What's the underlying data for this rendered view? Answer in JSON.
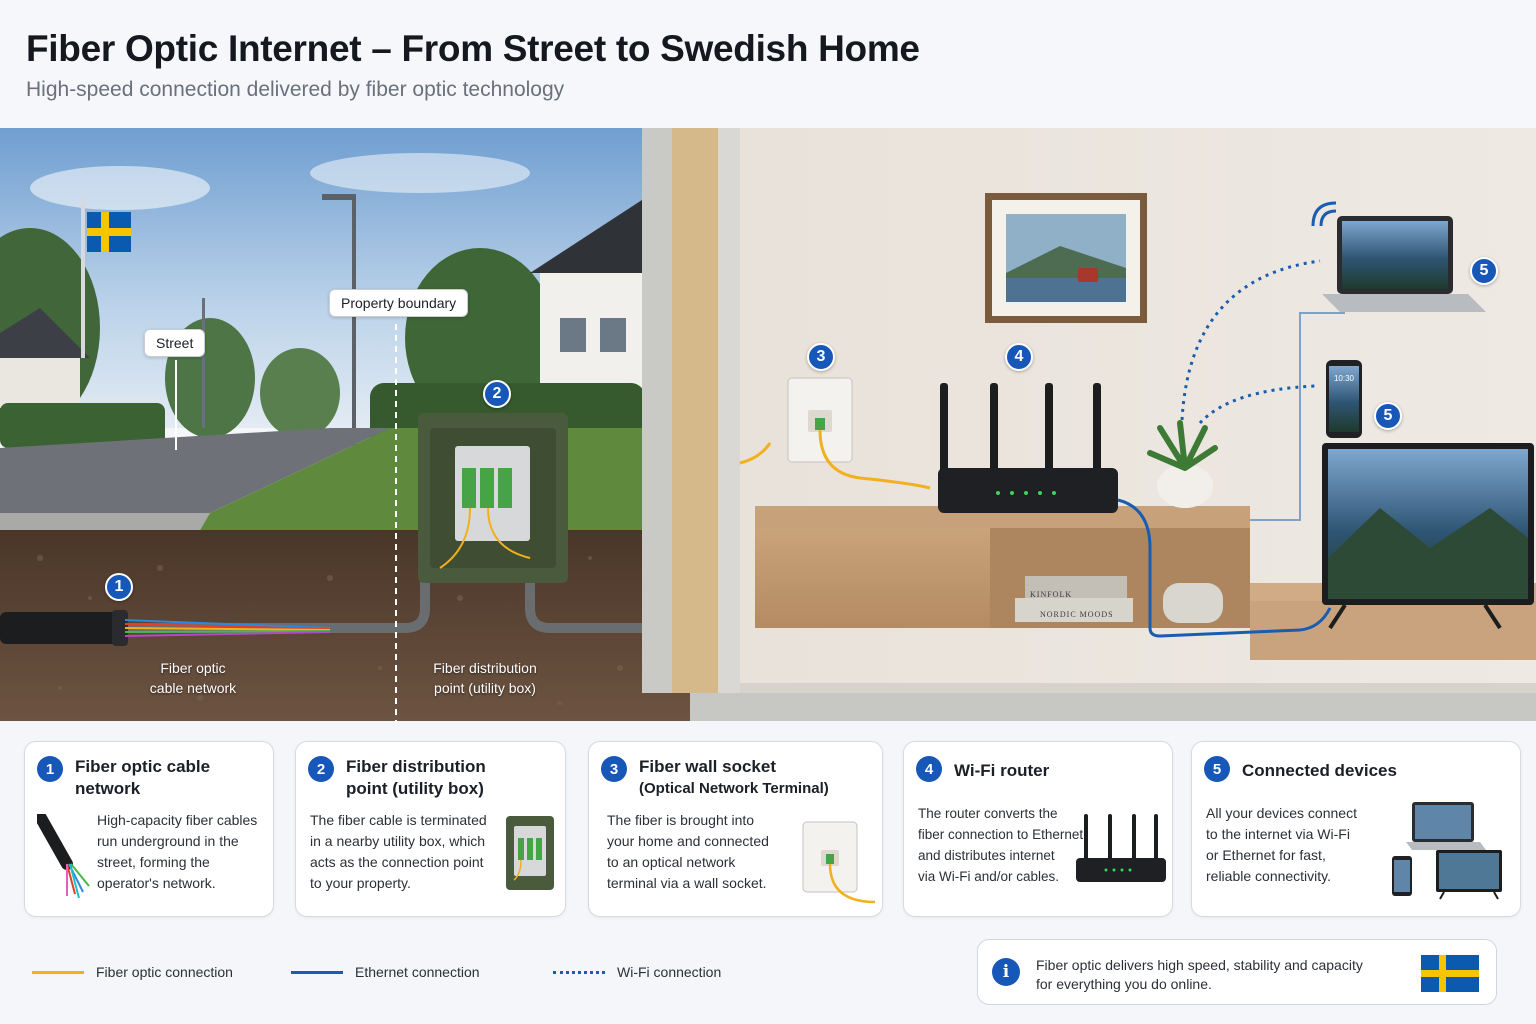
{
  "header": {
    "title": "Fiber Optic Internet – From Street to Swedish Home",
    "subtitle": "High-speed connection delivered by fiber optic technology"
  },
  "scene": {
    "labels": {
      "street": "Street",
      "property_boundary": "Property boundary",
      "fiber_cable": [
        "Fiber optic",
        "cable network"
      ],
      "distribution": [
        "Fiber distribution",
        "point (utility box)"
      ]
    },
    "badges": [
      "1",
      "2",
      "3",
      "4",
      "5"
    ],
    "books": [
      "KINFOLK",
      "NORDIC MOODS"
    ],
    "phone_time": "10:30"
  },
  "cards": [
    {
      "num": "1",
      "title": [
        "Fiber optic cable",
        "network"
      ],
      "desc": [
        "High-capacity fiber cables",
        "run underground in the",
        "street, forming the",
        "operator's network."
      ],
      "icon": "fiber-cable-icon"
    },
    {
      "num": "2",
      "title": [
        "Fiber distribution",
        "point (utility box)"
      ],
      "desc": [
        "The fiber cable is terminated",
        "in a nearby utility box, which",
        "acts as the connection point",
        "to your property."
      ],
      "icon": "utility-box-icon"
    },
    {
      "num": "3",
      "title": [
        "Fiber wall socket",
        "(Optical Network Terminal)"
      ],
      "desc": [
        "The fiber is brought into",
        "your home and connected",
        "to an optical network",
        "terminal via a wall socket."
      ],
      "icon": "wall-socket-icon"
    },
    {
      "num": "4",
      "title": [
        "Wi-Fi router"
      ],
      "desc": [
        "The router converts the",
        "fiber connection to Ethernet",
        "and distributes internet",
        "via Wi-Fi and/or cables."
      ],
      "icon": "router-icon"
    },
    {
      "num": "5",
      "title": [
        "Connected devices"
      ],
      "desc": [
        "All your devices connect",
        "to the internet via Wi-Fi",
        "or Ethernet for fast,",
        "reliable connectivity."
      ],
      "icon": "devices-icon"
    }
  ],
  "legend": [
    {
      "label": "Fiber optic connection",
      "color": "#f2b01e",
      "style": "solid"
    },
    {
      "label": "Ethernet connection",
      "color": "#1a5cb0",
      "style": "solid"
    },
    {
      "label": "Wi-Fi connection",
      "color": "#1a5cb0",
      "style": "dotted"
    }
  ],
  "info": {
    "lines": [
      "Fiber optic delivers high speed, stability and capacity",
      "for everything you do online."
    ],
    "icon": "info-icon"
  },
  "colors": {
    "accent": "#1757b8",
    "fiber": "#f2b01e",
    "ethernet": "#1a5cb0",
    "flag_blue": "#0a5bb0",
    "flag_yellow": "#f7c500"
  }
}
